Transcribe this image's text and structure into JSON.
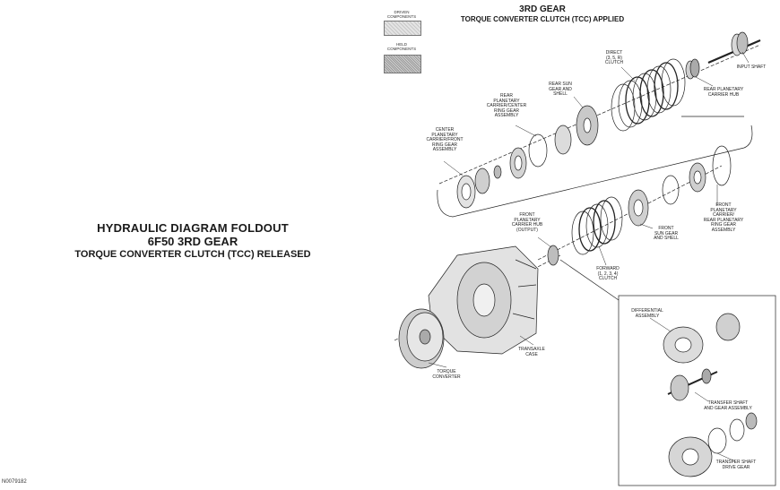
{
  "main_title": {
    "line1": "HYDRAULIC DIAGRAM FOLDOUT",
    "line2": "6F50 3RD GEAR",
    "line3": "TORQUE CONVERTER CLUTCH (TCC) RELEASED"
  },
  "gear_title": {
    "line1": "3RD GEAR",
    "line2": "TORQUE CONVERTER CLUTCH (TCC) APPLIED"
  },
  "legend": {
    "driven": "DRIVEN\nCOMPONENTS",
    "held": "HELD\nCOMPONENTS"
  },
  "labels": {
    "input_shaft": "INPUT SHAFT",
    "rear_planetary_carrier_hub": "REAR PLANETARY\nCARRIER HUB",
    "direct_clutch": "DIRECT\n(3, 5, R)\nCLUTCH",
    "rear_sun_gear": "REAR SUN\nGEAR AND\nSHELL",
    "rear_planetary_carrier": "REAR\nPLANETARY\nCARRIER/CENTER\nRING GEAR\nASSEMBLY",
    "center_planetary_carrier": "CENTER\nPLANETARY\nCARRIER/FRONT\nRING GEAR\nASSEMBLY",
    "front_planetary_carrier_hub": "FRONT\nPLANETARY\nCARRIER HUB\n(OUTPUT)",
    "front_sun_gear": "FRONT\nSUN GEAR\nAND SHELL",
    "front_planetary_carrier": "FRONT\nPLANETARY\nCARRIER/\nREAR PLANETARY\nRING GEAR\nASSEMBLY",
    "forward_clutch": "FORWARD\n(1, 2, 3, 4)\nCLUTCH",
    "differential": "DIFFERENTIAL\nASSEMBLY",
    "transaxle_case": "TRANSAXLE\nCASE",
    "torque_converter": "TORQUE\nCONVERTER",
    "transfer_shaft_gear": "TRANSFER SHAFT\nAND GEAR ASSEMBLY",
    "transfer_shaft_drive": "TRANSFER SHAFT\nDRIVE GEAR"
  },
  "reference_number": "N0079182"
}
